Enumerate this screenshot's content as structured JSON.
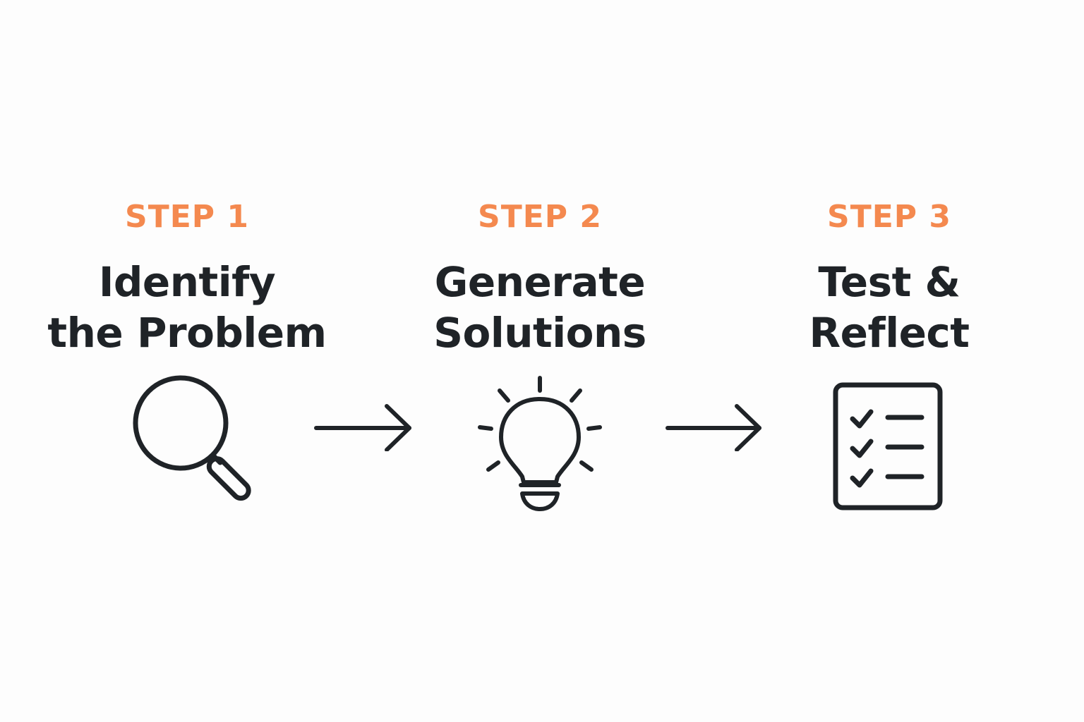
{
  "colors": {
    "accent": "#f4894f",
    "ink": "#1f2327",
    "background": "#fdfdfd"
  },
  "steps": [
    {
      "label": "STEP 1",
      "title_lines": [
        "Identify",
        "the Problem"
      ],
      "icon": "magnifying-glass-icon"
    },
    {
      "label": "STEP 2",
      "title_lines": [
        "Generate",
        "Solutions"
      ],
      "icon": "lightbulb-icon"
    },
    {
      "label": "STEP 3",
      "title_lines": [
        "Test &",
        "Reflect"
      ],
      "icon": "checklist-icon"
    }
  ],
  "connectors": [
    "right-arrow-icon",
    "right-arrow-icon"
  ]
}
